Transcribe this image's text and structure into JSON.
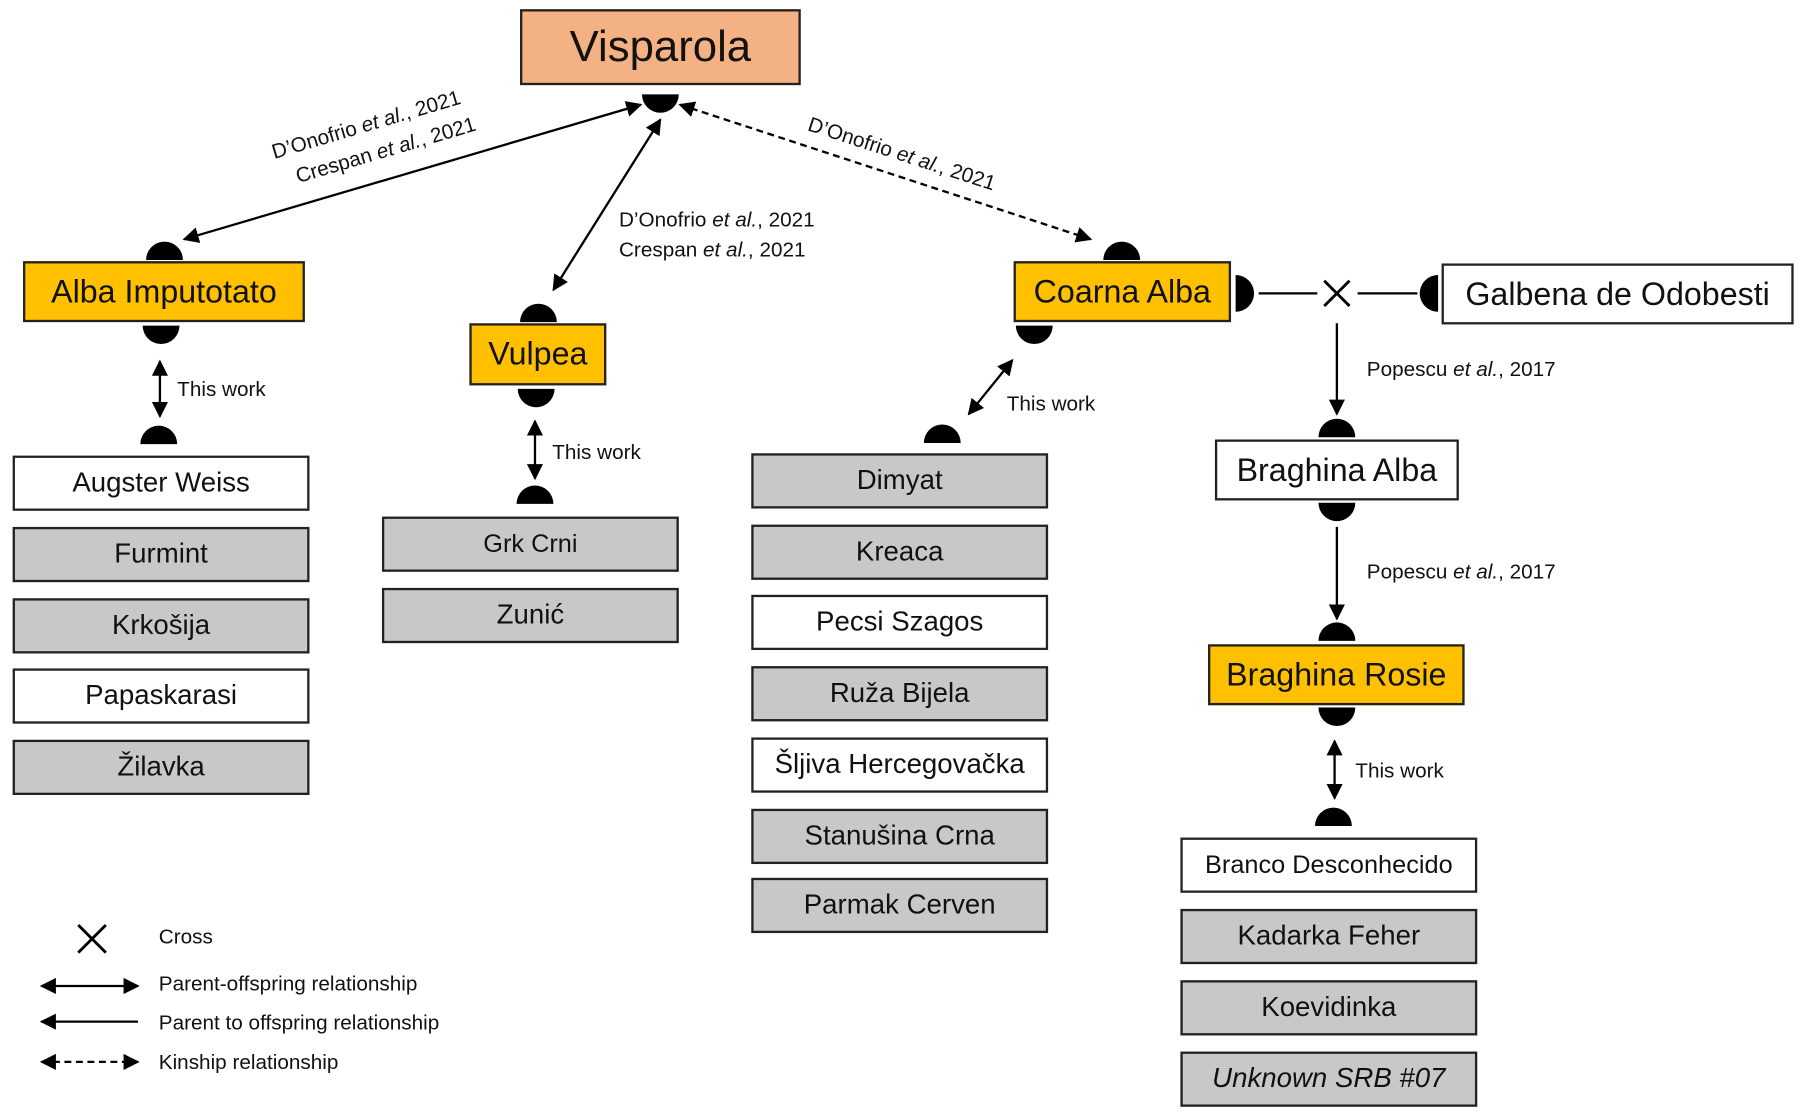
{
  "root": {
    "label": "Visparola"
  },
  "parents": {
    "alba_imputotato": "Alba Imputotato",
    "vulpea": "Vulpea",
    "coarna_alba": "Coarna Alba",
    "galbena": "Galbena de Odobesti",
    "braghina_alba": "Braghina Alba",
    "braghina_rosie": "Braghina Rosie"
  },
  "groups": {
    "alba_imputotato": [
      "Augster Weiss",
      "Furmint",
      "Krkošija",
      "Papaskarasi",
      "Žilavka"
    ],
    "vulpea": [
      "Grk Crni",
      "Zunić"
    ],
    "coarna_alba": [
      "Dimyat",
      "Kreaca",
      "Pecsi Szagos",
      "Ruža Bijela",
      "Šljiva Hercegovačka",
      "Stanušina Crna",
      "Parmak Cerven"
    ],
    "braghina_rosie": [
      "Branco Desconhecido",
      "Kadarka Feher",
      "Koevidinka",
      "Unknown SRB #07"
    ]
  },
  "refs": {
    "author_donofrio": "D’Onofrio",
    "author_crespan": "Crespan",
    "author_popescu": "Popescu",
    "et_al": "et al.",
    "year_2021": ", 2021",
    "year_2017": ", 2017",
    "this_work": "This work"
  },
  "legend": {
    "cross": "Cross",
    "parent_offspring": "Parent-offspring relationship",
    "parent_to_offspring": "Parent to offspring relationship",
    "kinship": "Kinship relationship"
  },
  "colors": {
    "root_fill": "#f4b183",
    "parent_fill": "#ffc000",
    "shared_fill": "#c8c8c8",
    "plain_fill": "#ffffff",
    "line": "#000000"
  }
}
